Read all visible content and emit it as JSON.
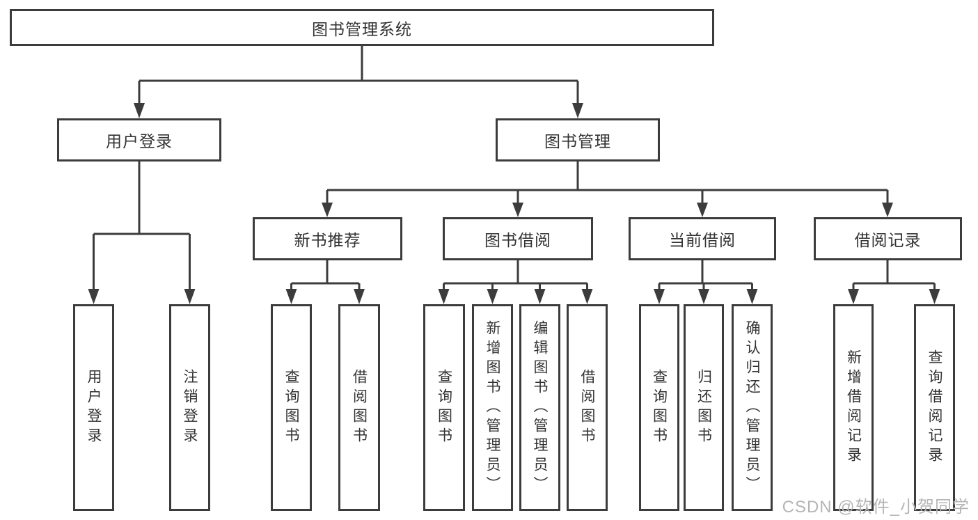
{
  "diagram": {
    "title_note": "library management system feature tree",
    "nodes": {
      "root": "图书管理系统",
      "user_login": "用户登录",
      "book_management": "图书管理",
      "new_book_recommend": "新书推荐",
      "book_borrow": "图书借阅",
      "current_borrow": "当前借阅",
      "borrow_record": "借阅记录"
    },
    "leaves": {
      "user_login": [
        "用户登录",
        "注销登录"
      ],
      "new_book_recommend": [
        "查询图书",
        "借阅图书"
      ],
      "book_borrow": [
        "查询图书",
        "新增图书（管理员）",
        "编辑图书（管理员）",
        "借阅图书"
      ],
      "current_borrow": [
        "查询图书",
        "归还图书",
        "确认归还（管理员）"
      ],
      "borrow_record": [
        "新增借阅记录",
        "查询借阅记录"
      ]
    },
    "colors": {
      "line": "#3c3c3c",
      "text": "#333333",
      "background": "#ffffff",
      "watermark": "#b5b5b5"
    }
  },
  "watermark": {
    "text": "CSDN @软件_小贺同学"
  }
}
